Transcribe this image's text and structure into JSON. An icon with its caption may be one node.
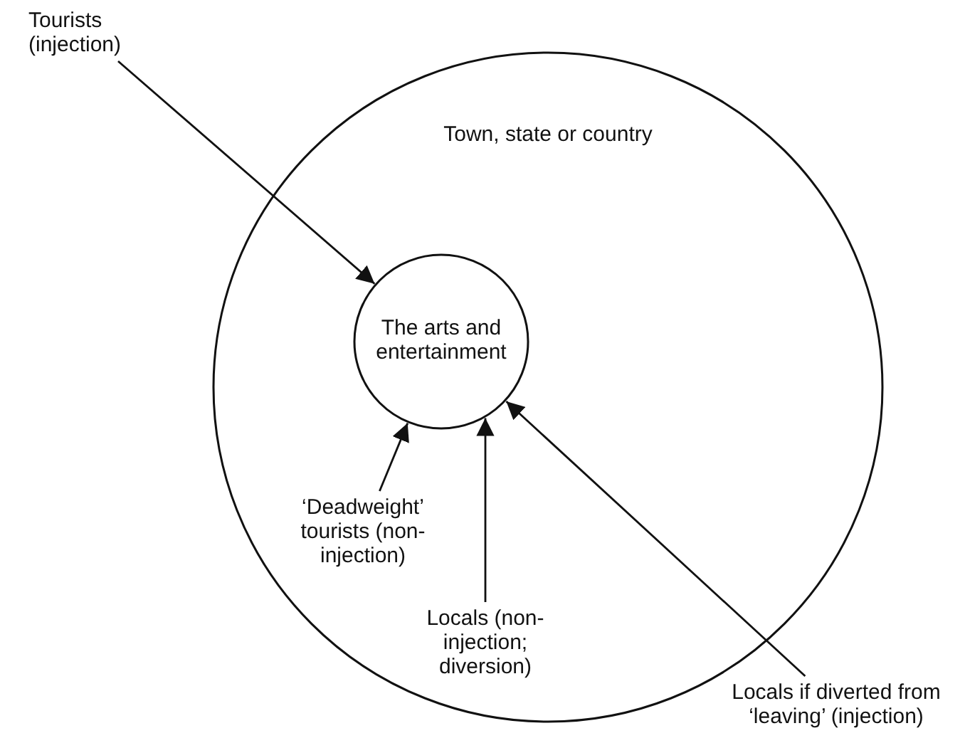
{
  "diagram": {
    "nodes": [
      {
        "text": [
          "Town, state or country"
        ]
      },
      {
        "text": [
          "The arts and entertainment"
        ],
        "in": 0
      },
      {
        "text": [
          "Tourists (injection)"
        ]
      },
      {
        "text": [
          "‘Deadweight’ tourists (non-injection)"
        ],
        "in": 0
      },
      {
        "text": [
          "Locals (non-injection; diversion)"
        ],
        "in": 0
      },
      {
        "text": [
          "Locals if diverted from ‘leaving’ (injection)"
        ]
      }
    ],
    "edges": [
      {
        "from": 2,
        "to": 1,
        "arrow": "to"
      },
      {
        "from": 3,
        "to": 1,
        "arrow": "to"
      },
      {
        "from": 4,
        "to": 1,
        "arrow": "to"
      },
      {
        "from": 5,
        "to": 1,
        "arrow": "to"
      }
    ]
  }
}
